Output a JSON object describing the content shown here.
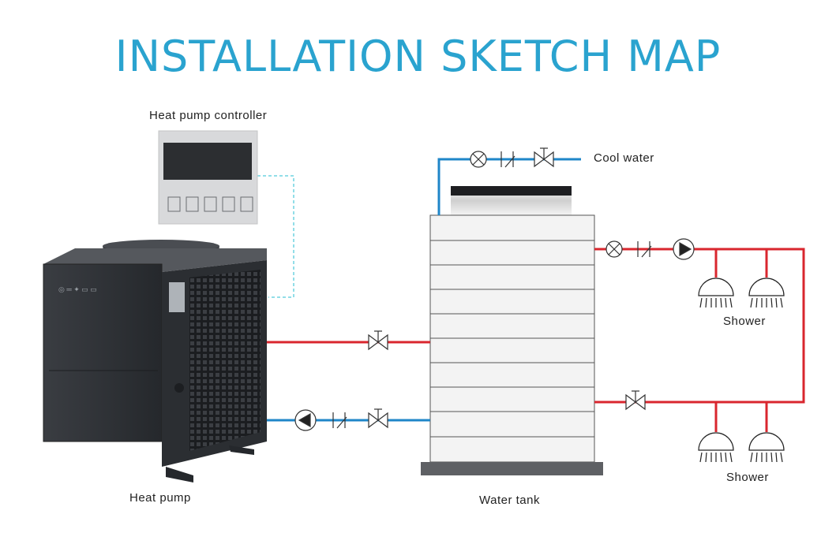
{
  "title": "INSTALLATION SKETCH MAP",
  "labels": {
    "controller": "Heat pump controller",
    "heat_pump": "Heat pump",
    "water_tank": "Water tank",
    "cool_water": "Cool water",
    "shower_upper": "Shower",
    "shower_lower": "Shower"
  },
  "colors": {
    "title": "#2aa3cf",
    "hot_pipe": "#d9262e",
    "cold_pipe": "#1f86c8",
    "signal_line": "#6fd3e0",
    "unit_body": "#2e3135"
  },
  "controller_buttons": [
    "power-icon",
    "mode-icon",
    "plus-icon",
    "minus-icon",
    "clock-icon"
  ]
}
